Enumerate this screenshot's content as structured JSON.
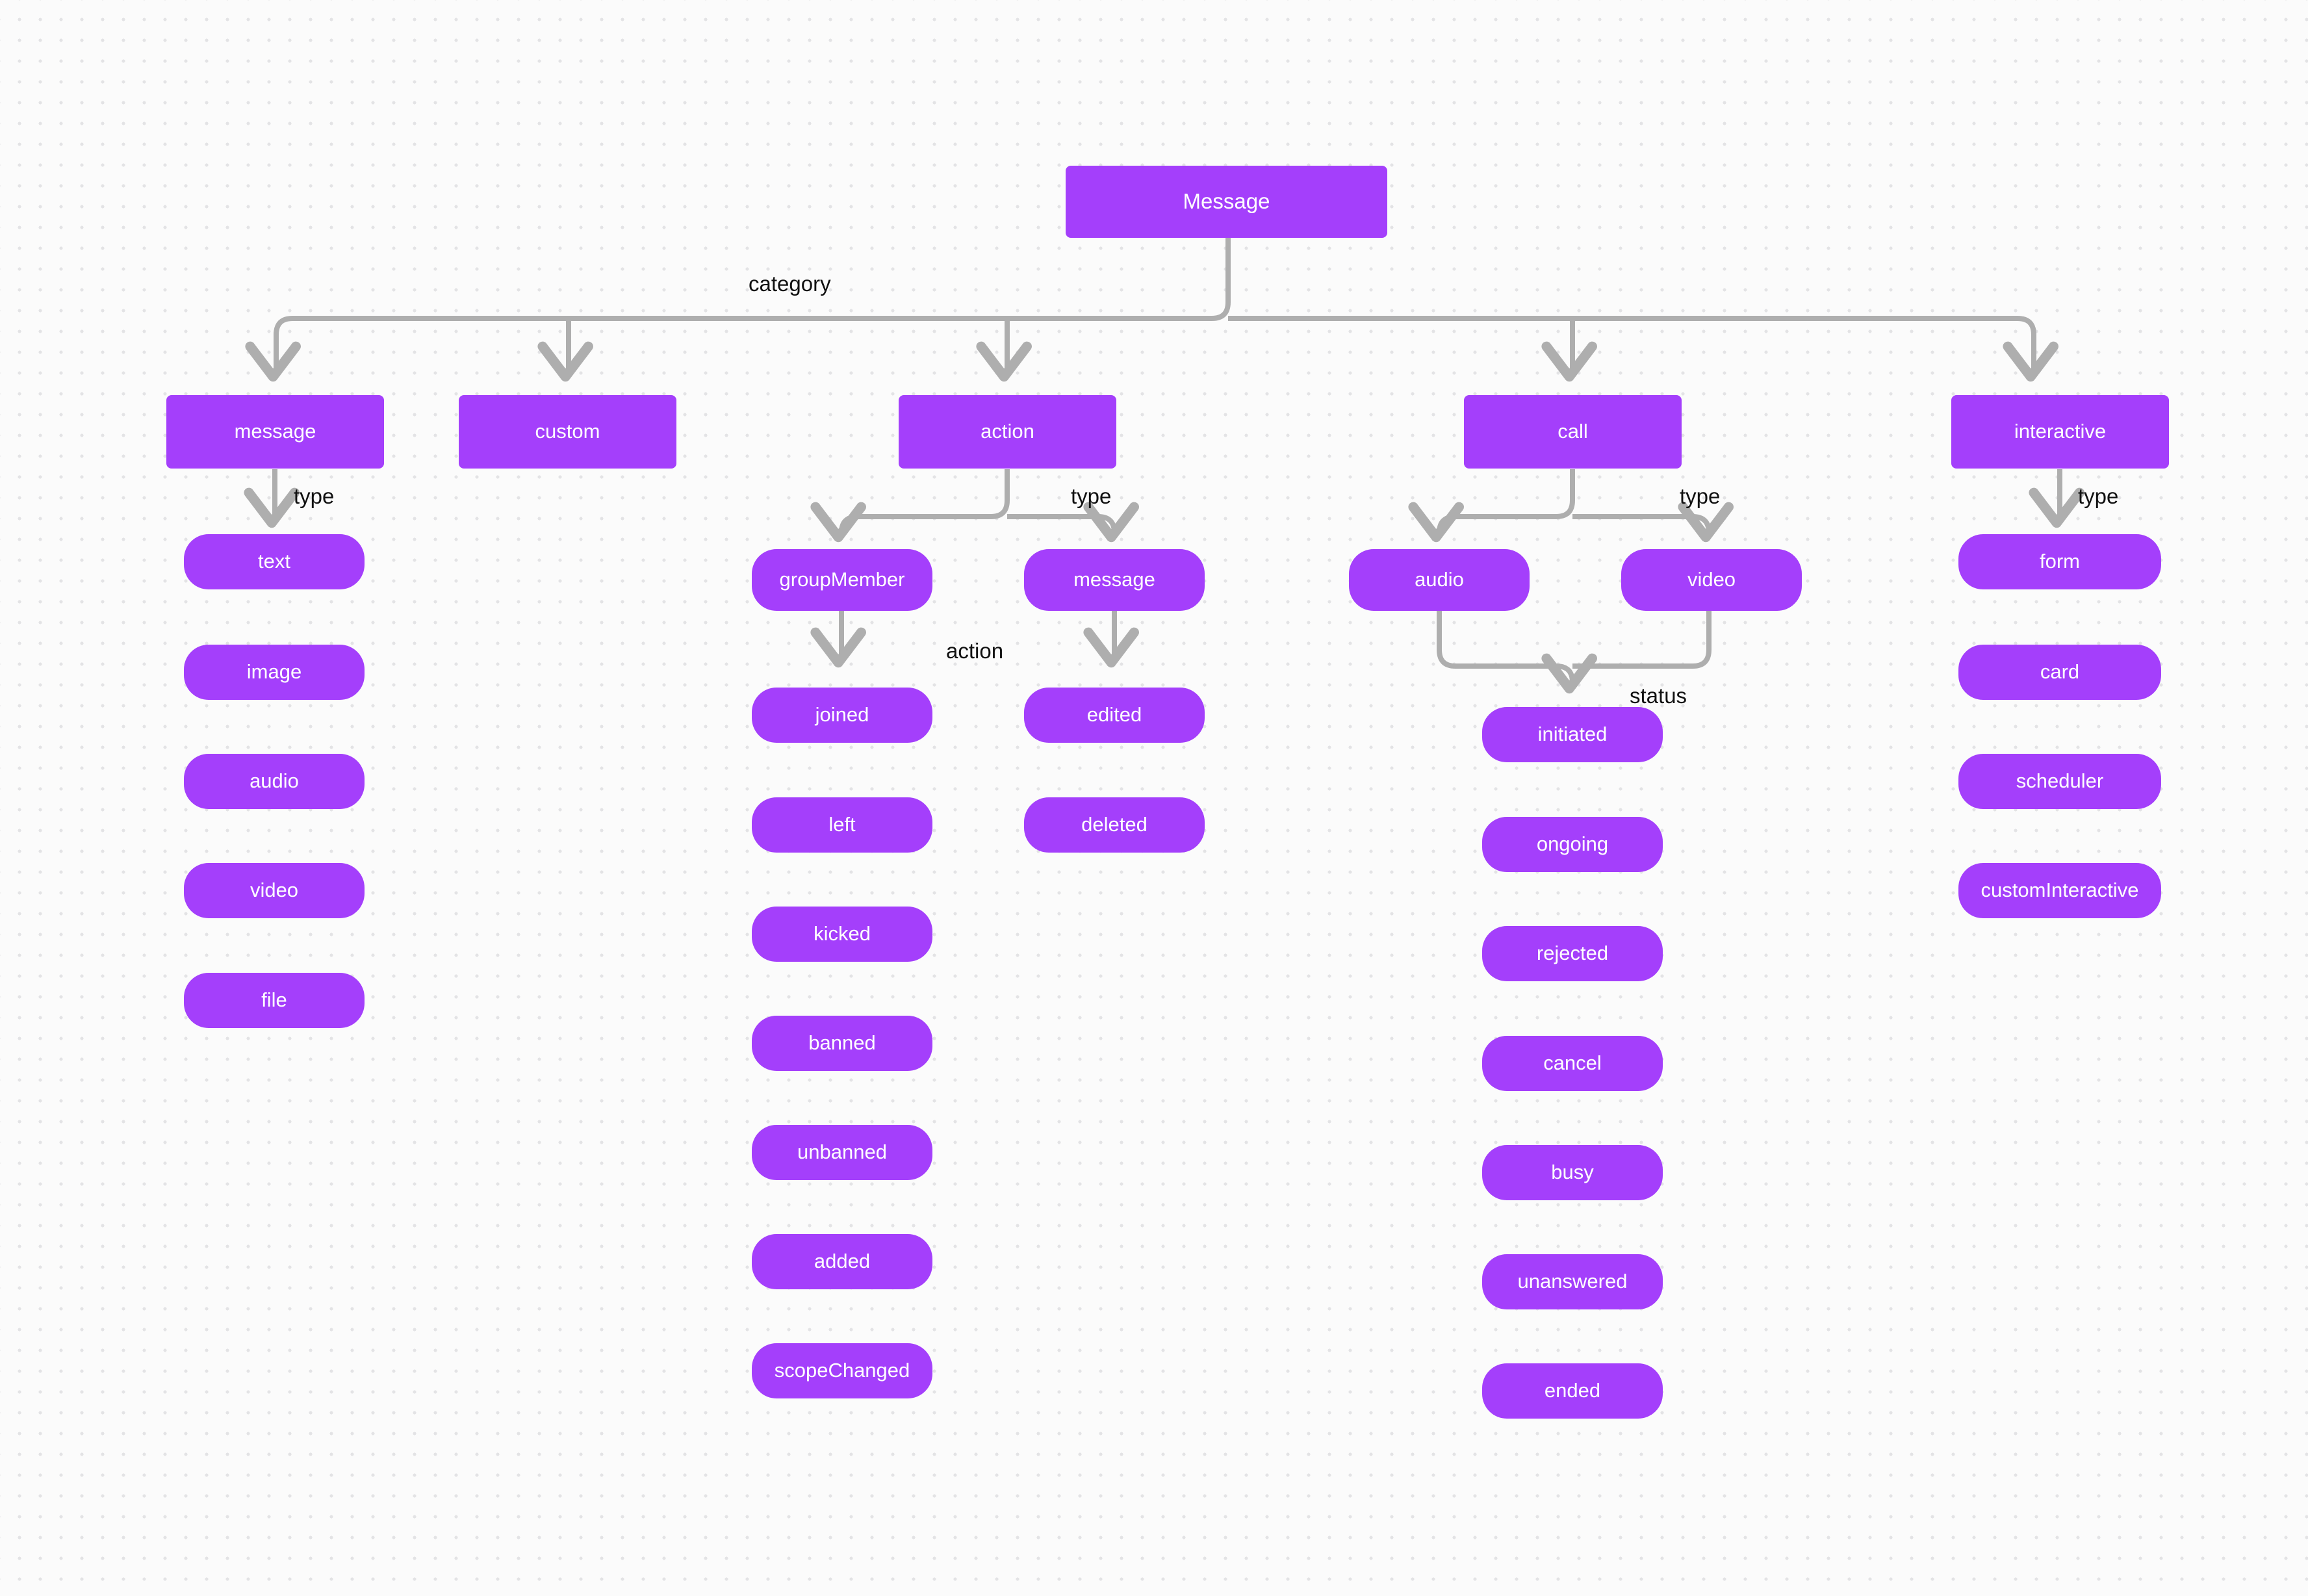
{
  "diagram": {
    "background_color": "#fbfbfb",
    "node_color": "#a43ffb",
    "node_text_color": "#ffffff",
    "edge_color": "#aeaeae",
    "label_color": "#111111",
    "root": {
      "label": "Message"
    },
    "edge_labels": {
      "category": "category",
      "message_type": "type",
      "action_type": "type",
      "action_action": "action",
      "call_type": "type",
      "call_status": "status",
      "interactive_type": "type"
    },
    "categories": [
      {
        "label": "message"
      },
      {
        "label": "custom"
      },
      {
        "label": "action"
      },
      {
        "label": "call"
      },
      {
        "label": "interactive"
      }
    ],
    "message_types": [
      {
        "label": "text"
      },
      {
        "label": "image"
      },
      {
        "label": "audio"
      },
      {
        "label": "video"
      },
      {
        "label": "file"
      }
    ],
    "action_types": [
      {
        "label": "groupMember"
      },
      {
        "label": "message"
      }
    ],
    "group_member_actions": [
      {
        "label": "joined"
      },
      {
        "label": "left"
      },
      {
        "label": "kicked"
      },
      {
        "label": "banned"
      },
      {
        "label": "unbanned"
      },
      {
        "label": "added"
      },
      {
        "label": "scopeChanged"
      }
    ],
    "message_actions": [
      {
        "label": "edited"
      },
      {
        "label": "deleted"
      }
    ],
    "call_types": [
      {
        "label": "audio"
      },
      {
        "label": "video"
      }
    ],
    "call_statuses": [
      {
        "label": "initiated"
      },
      {
        "label": "ongoing"
      },
      {
        "label": "rejected"
      },
      {
        "label": "cancel"
      },
      {
        "label": "busy"
      },
      {
        "label": "unanswered"
      },
      {
        "label": "ended"
      }
    ],
    "interactive_types": [
      {
        "label": "form"
      },
      {
        "label": "card"
      },
      {
        "label": "scheduler"
      },
      {
        "label": "customInteractive"
      }
    ]
  }
}
